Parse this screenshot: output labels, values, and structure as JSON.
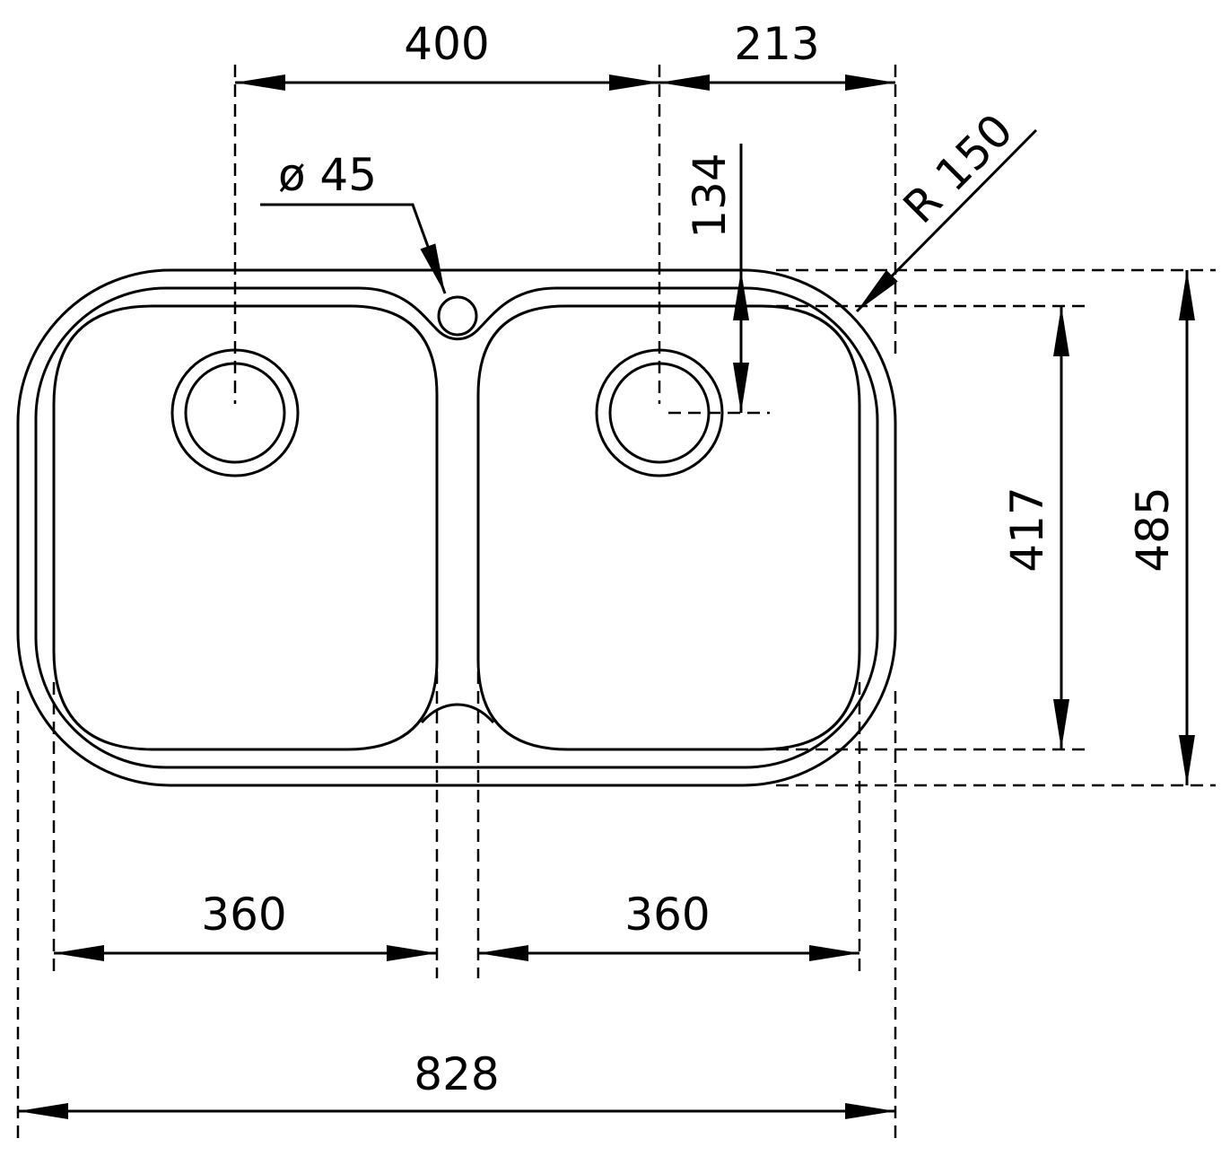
{
  "dimensions": {
    "hole_spacing": "400",
    "hole_to_edge": "213",
    "tap_hole_diameter": "ø 45",
    "hole_offset": "134",
    "corner_radius": "R 150",
    "bowl_depth": "417",
    "overall_depth": "485",
    "left_bowl_width": "360",
    "right_bowl_width": "360",
    "overall_width": "828"
  }
}
